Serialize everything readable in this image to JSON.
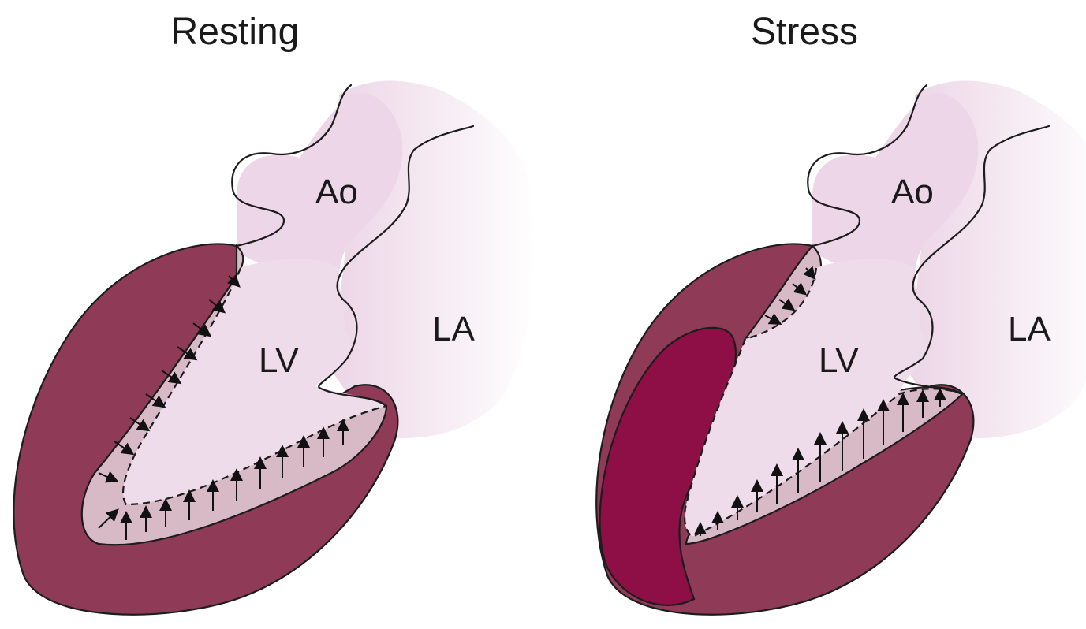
{
  "panels": [
    {
      "title": "Resting",
      "labels": {
        "aorta": "Ao",
        "left_atrium": "LA",
        "left_ventricle": "LV"
      }
    },
    {
      "title": "Stress",
      "labels": {
        "aorta": "Ao",
        "left_atrium": "LA",
        "left_ventricle": "LV"
      }
    }
  ],
  "colors": {
    "myocardium": "#8f3a57",
    "ischemic_bulge": "#8d0f45",
    "endocardial_band": "#d8b9c6",
    "chamber": "#efdcea",
    "atrium": "#f3e4ef"
  }
}
